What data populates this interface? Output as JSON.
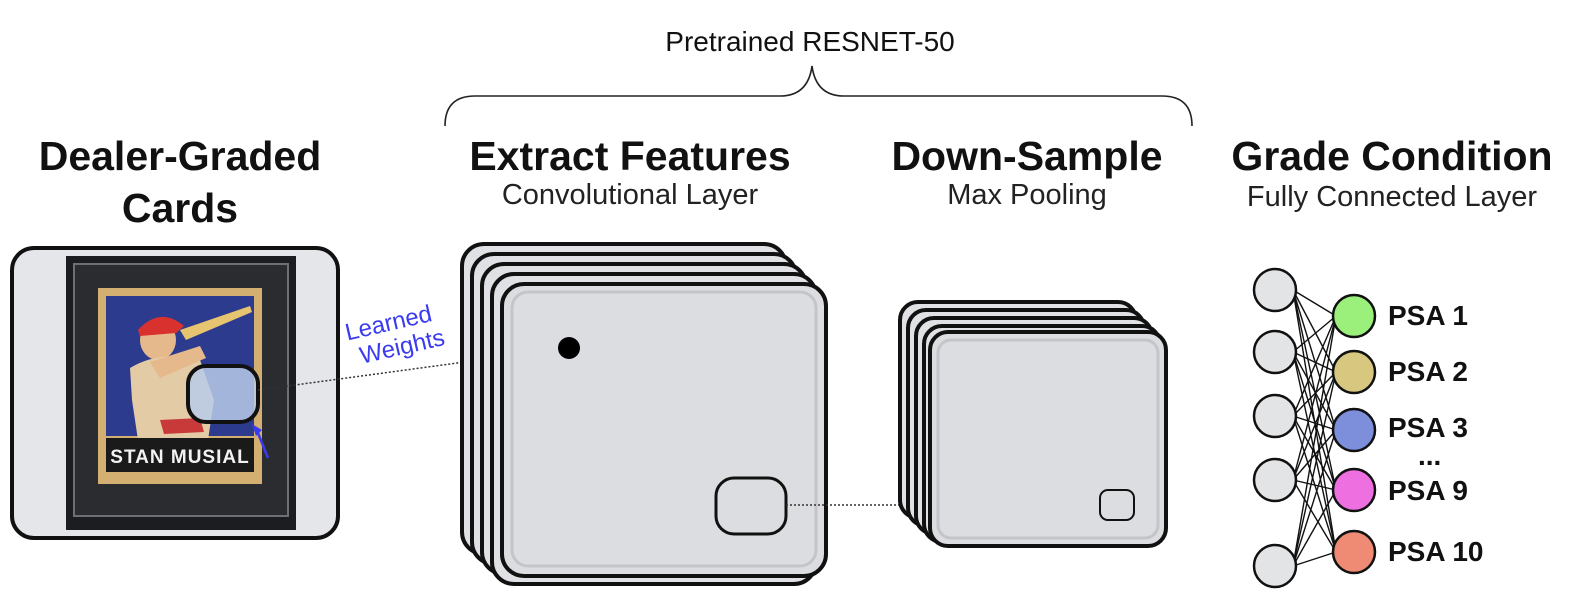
{
  "bracket_label": "Pretrained RESNET-50",
  "sections": {
    "input": {
      "title_line1": "Dealer-Graded",
      "title_line2": "Cards"
    },
    "conv": {
      "title": "Extract Features",
      "subtitle": "Convolutional Layer"
    },
    "pool": {
      "title": "Down-Sample",
      "subtitle": "Max Pooling"
    },
    "fc": {
      "title": "Grade Condition",
      "subtitle": "Fully Connected Layer"
    }
  },
  "card": {
    "player_name": "STAN MUSIAL"
  },
  "annotation": {
    "line1": "Learned",
    "line2": "Weights",
    "color": "#3a3aee"
  },
  "outputs": [
    {
      "label": "PSA 1",
      "color": "#9af07a"
    },
    {
      "label": "PSA 2",
      "color": "#d8c77e"
    },
    {
      "label": "PSA 3",
      "color": "#7d8fdb"
    },
    {
      "label": "PSA 9",
      "color": "#ee6fe0"
    },
    {
      "label": "PSA 10",
      "color": "#ef8a75"
    }
  ],
  "ellipsis": "...",
  "network": {
    "input_nodes": 5
  }
}
